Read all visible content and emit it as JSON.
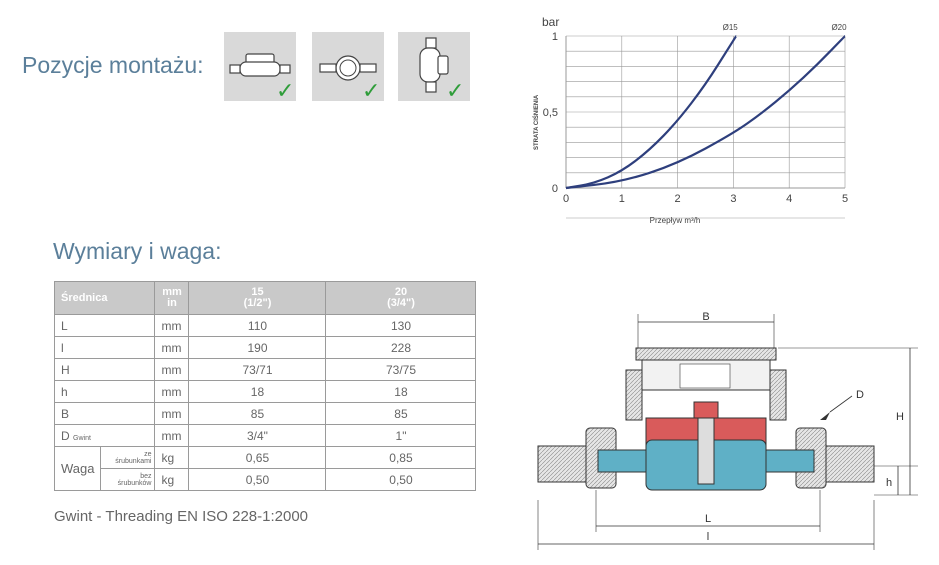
{
  "headings": {
    "mounting": "Pozycje montażu:",
    "dimensions": "Wymiary i waga:"
  },
  "mounting_positions": [
    {
      "name": "horizontal",
      "icon": "meter-horizontal-icon",
      "check": "✓"
    },
    {
      "name": "top-view",
      "icon": "meter-top-view-icon",
      "check": "✓"
    },
    {
      "name": "vertical",
      "icon": "meter-vertical-icon",
      "check": "✓"
    }
  ],
  "colors": {
    "heading": "#5b7f9a",
    "curve": "#2e3f7d",
    "check": "#2f9d3a",
    "header_bg": "#c9c9c9"
  },
  "chart_data": {
    "type": "line",
    "ylabel_unit": "bar",
    "ylabel": "STRATA CIŚNIENIA",
    "xlabel": "Przepływ  m³/h",
    "xlim": [
      0,
      5
    ],
    "ylim": [
      0,
      1
    ],
    "x_ticks": [
      "0",
      "1",
      "2",
      "3",
      "4",
      "5"
    ],
    "y_ticks": [
      "0",
      "0,5",
      "1"
    ],
    "grid": true,
    "series": [
      {
        "name": "Ø15",
        "x": [
          0,
          0.5,
          1,
          1.5,
          2,
          2.5,
          2.93,
          3.05
        ],
        "y": [
          0,
          0.03,
          0.11,
          0.25,
          0.44,
          0.68,
          0.93,
          1.0
        ]
      },
      {
        "name": "Ø20",
        "x": [
          0,
          1,
          2,
          3,
          3.5,
          4,
          4.5,
          5
        ],
        "y": [
          0,
          0.04,
          0.16,
          0.36,
          0.49,
          0.64,
          0.81,
          1.0
        ]
      }
    ]
  },
  "table": {
    "header": {
      "label": "Średnica",
      "unit_top": "mm",
      "unit_bottom": "in",
      "col15_top": "15",
      "col15_bottom": "(1/2\")",
      "col20_top": "20",
      "col20_bottom": "(3/4\")"
    },
    "rows": [
      {
        "label": "L",
        "unit": "mm",
        "v15": "110",
        "v20": "130"
      },
      {
        "label": "l",
        "unit": "mm",
        "v15": "190",
        "v20": "228"
      },
      {
        "label": "H",
        "unit": "mm",
        "v15": "73/71",
        "v20": "73/75"
      },
      {
        "label": "h",
        "unit": "mm",
        "v15": "18",
        "v20": "18"
      },
      {
        "label": "B",
        "unit": "mm",
        "v15": "85",
        "v20": "85"
      },
      {
        "label": "D",
        "label_sub": "Gwint",
        "unit": "mm",
        "v15": "3/4\"",
        "v20": "1\""
      }
    ],
    "weight": {
      "label": "Waga",
      "rows": [
        {
          "sub": "ze śrubunkami",
          "unit": "kg",
          "v15": "0,65",
          "v20": "0,85"
        },
        {
          "sub": "bez śrubunków",
          "unit": "kg",
          "v15": "0,50",
          "v20": "0,50"
        }
      ]
    }
  },
  "footer": {
    "note": "Gwint - Threading   EN ISO 228-1:2000"
  },
  "drawing": {
    "labels": {
      "B": "B",
      "D": "D",
      "H": "H",
      "h": "h",
      "L": "L",
      "l": "l"
    }
  }
}
